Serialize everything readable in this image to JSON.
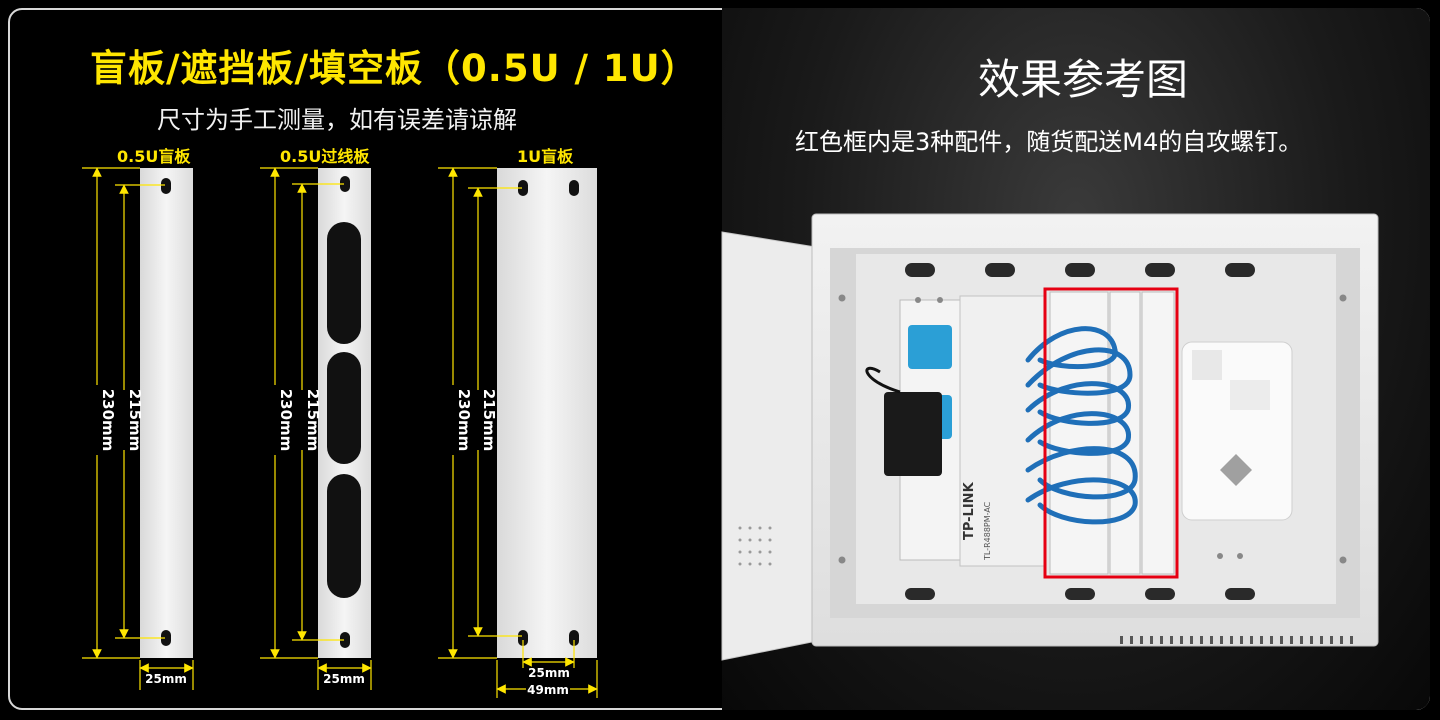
{
  "left": {
    "title": "盲板/遮挡板/填空板（0.5U / 1U）",
    "subtitle": "尺寸为手工测量，如有误差请谅解",
    "panels": [
      {
        "label": "0.5U盲板",
        "height_outer": "230mm",
        "height_inner": "215mm",
        "width": "25mm"
      },
      {
        "label": "0.5U过线板",
        "height_outer": "230mm",
        "height_inner": "215mm",
        "width": "25mm"
      },
      {
        "label": "1U盲板",
        "height_outer": "230mm",
        "height_inner": "215mm",
        "width_inner": "25mm",
        "width": "49mm"
      }
    ]
  },
  "right": {
    "title": "效果参考图",
    "subtitle": "红色框内是3种配件，随货配送M4的自攻螺钉。",
    "device_brand": "TP-LINK",
    "device_model": "TL-R488PM-AC"
  },
  "colors": {
    "accent": "#ffe600",
    "highlight": "#e60012",
    "panel": "#ececec",
    "cable": "#1f6fb8"
  }
}
